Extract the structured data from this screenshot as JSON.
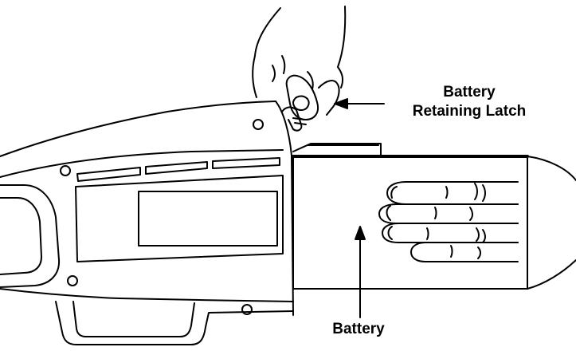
{
  "labels": {
    "latch_line1": "Battery",
    "latch_line2": "Retaining Latch",
    "battery": "Battery"
  },
  "colors": {
    "ink": "#000000",
    "paper": "#ffffff"
  }
}
